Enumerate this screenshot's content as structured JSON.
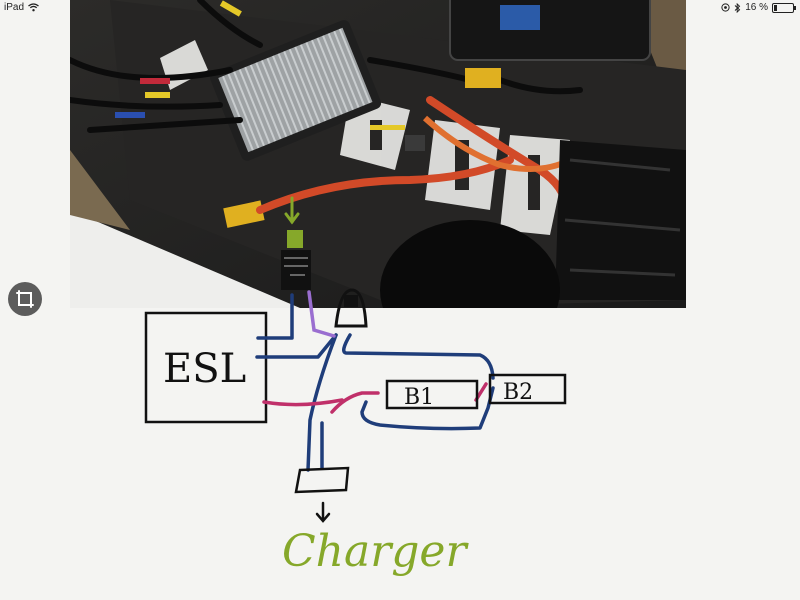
{
  "status_bar": {
    "device": "iPad",
    "battery_percent": "16 %",
    "battery_level": 0.16
  },
  "sketch": {
    "esc_label": "ESL",
    "battery_1_label": "B1",
    "battery_2_label": "B2",
    "charger_label": "Charger"
  },
  "colors": {
    "wire_blue": "#1f3d7a",
    "wire_pink": "#c0306a",
    "wire_purple": "#9a6ed0",
    "annotation_green": "#86a82a",
    "ink_black": "#111111"
  },
  "icons": [
    "wifi-icon",
    "location-icon",
    "bluetooth-icon",
    "battery-icon",
    "crop-icon"
  ]
}
